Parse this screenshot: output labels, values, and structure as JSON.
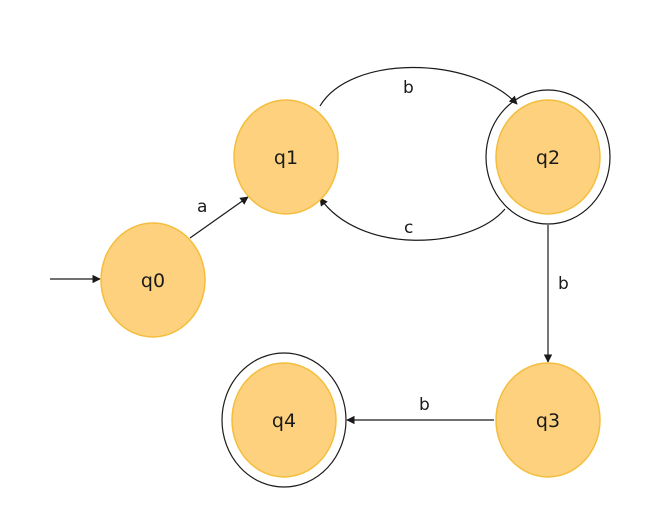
{
  "diagram": {
    "type": "finite-state-automaton",
    "colors": {
      "state_fill": "#FDD17E",
      "state_stroke": "#F4BE3C",
      "line": "#1a1a1a"
    },
    "states": [
      {
        "id": "q0",
        "label": "q0",
        "initial": true,
        "accepting": false
      },
      {
        "id": "q1",
        "label": "q1",
        "initial": false,
        "accepting": false
      },
      {
        "id": "q2",
        "label": "q2",
        "initial": false,
        "accepting": true
      },
      {
        "id": "q3",
        "label": "q3",
        "initial": false,
        "accepting": false
      },
      {
        "id": "q4",
        "label": "q4",
        "initial": false,
        "accepting": true
      }
    ],
    "transitions": [
      {
        "from": "q0",
        "to": "q1",
        "label": "a"
      },
      {
        "from": "q1",
        "to": "q2",
        "label": "b"
      },
      {
        "from": "q2",
        "to": "q1",
        "label": "c"
      },
      {
        "from": "q2",
        "to": "q3",
        "label": "b"
      },
      {
        "from": "q3",
        "to": "q4",
        "label": "b"
      }
    ]
  }
}
